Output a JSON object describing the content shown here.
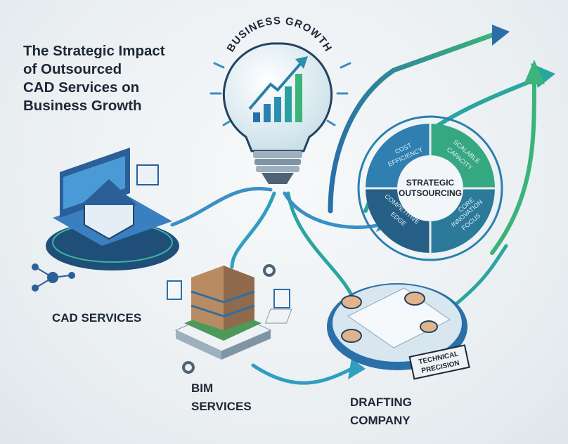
{
  "title": {
    "lines": [
      "The Strategic Impact",
      "of Outsourced",
      "CAD Services on",
      "Business Growth"
    ]
  },
  "bulb": {
    "label": "BUSINESS GROWTH"
  },
  "cycle": {
    "center": [
      "STRATEGIC",
      "OUTSOURCING"
    ],
    "segments": [
      {
        "lines": [
          "COST",
          "EFFICIENCY"
        ],
        "color": "#2f7fb0"
      },
      {
        "lines": [
          "SCALABLE",
          "CAPACITY"
        ],
        "color": "#35a882"
      },
      {
        "lines": [
          "CORE",
          "INNOVATION",
          "FOCUS"
        ],
        "color": "#2b7a99"
      },
      {
        "lines": [
          "COMPETITIVE",
          "EDGE"
        ],
        "color": "#255f86"
      }
    ]
  },
  "services": {
    "cad": {
      "label": "CAD SERVICES"
    },
    "bim": {
      "lines": [
        "BIM",
        "SERVICES"
      ]
    },
    "drafting": {
      "lines": [
        "DRAFTING",
        "COMPANY"
      ]
    },
    "tag": {
      "lines": [
        "TECHNICAL",
        "PRECISION"
      ]
    }
  },
  "colors": {
    "blue": "#2a6fa8",
    "teal": "#2aa6a0",
    "green": "#3bb37a",
    "dark": "#1d2735"
  }
}
